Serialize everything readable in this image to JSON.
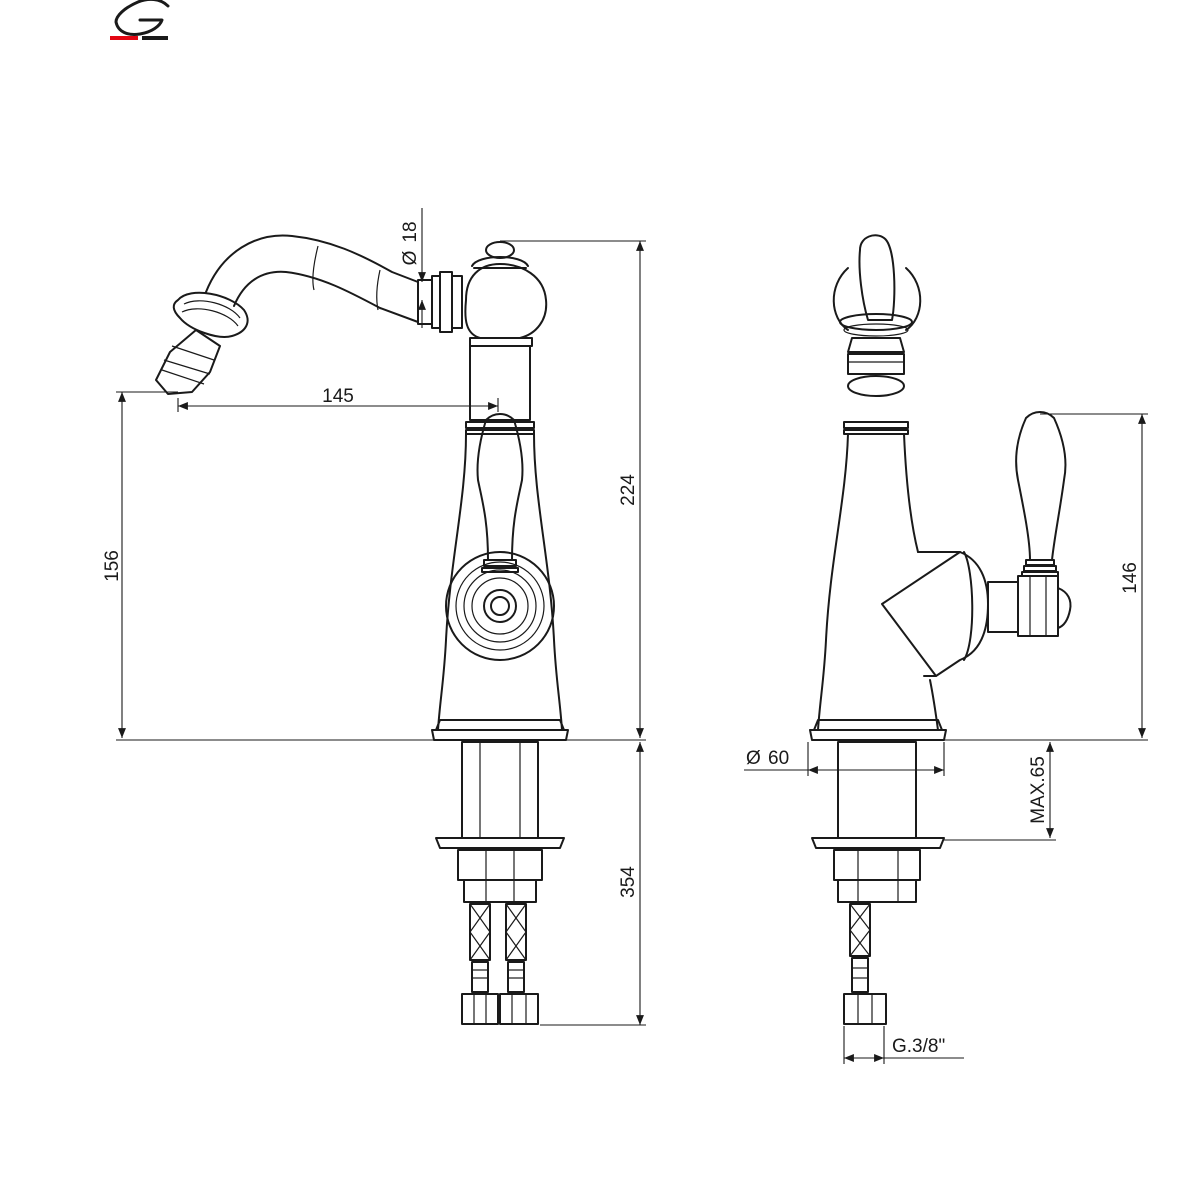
{
  "brand": {
    "letter": "G",
    "accent": "#e30613",
    "ink": "#1a1a1a"
  },
  "dimensions": {
    "spout_diameter": "18",
    "spout_reach": "145",
    "spout_height": "156",
    "total_height": "224",
    "below_deck_length": "354",
    "base_diameter": "60",
    "handle_height": "146",
    "max_deck_thickness": "MAX.65",
    "connection_thread": "G.3/8\""
  },
  "symbols": {
    "diameter": "Ø"
  }
}
